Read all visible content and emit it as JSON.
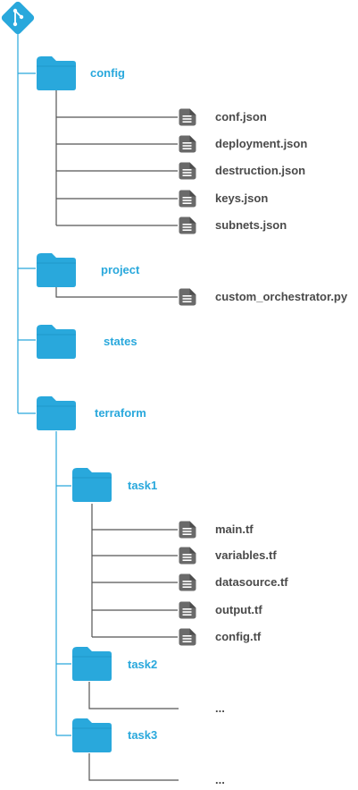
{
  "colors": {
    "accent": "#29a8dc",
    "line": "#29a8dc",
    "file_line": "#555555",
    "file_icon": "#6a6a6a",
    "file_text": "#4a4a4a"
  },
  "root": {
    "icon": "git-icon"
  },
  "folders": {
    "config": "config",
    "project": "project",
    "states": "states",
    "terraform": "terraform",
    "task1": "task1",
    "task2": "task2",
    "task3": "task3"
  },
  "files": {
    "config": [
      "conf.json",
      "deployment.json",
      "destruction.json",
      "keys.json",
      "subnets.json"
    ],
    "project": [
      "custom_orchestrator.py"
    ],
    "task1": [
      "main.tf",
      "variables.tf",
      "datasource.tf",
      "output.tf",
      "config.tf"
    ],
    "task2": [
      "..."
    ],
    "task3": [
      "..."
    ]
  }
}
